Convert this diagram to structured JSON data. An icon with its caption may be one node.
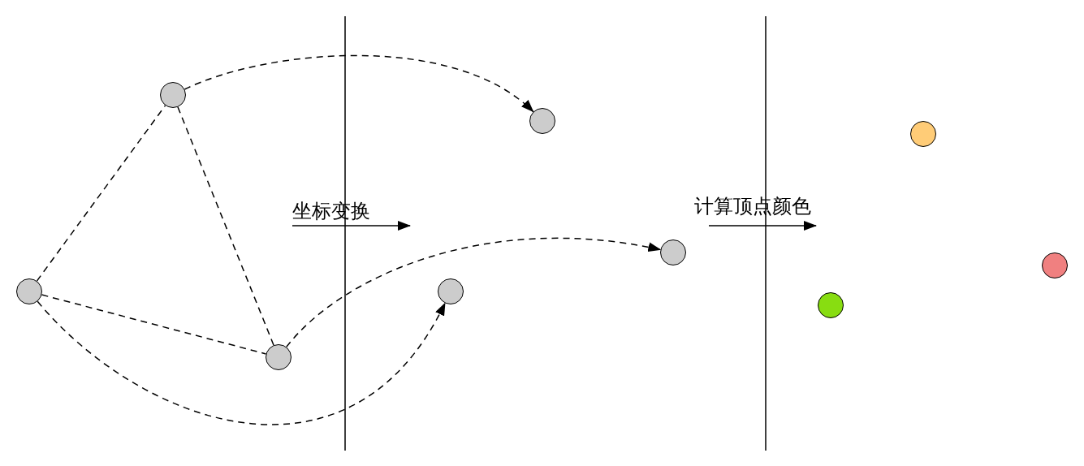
{
  "diagram": {
    "nodes": [
      {
        "text": [],
        "shape": "circle"
      },
      {
        "text": [],
        "shape": "circle"
      },
      {
        "text": [],
        "shape": "circle"
      },
      {
        "text": [],
        "shape": "circle"
      },
      {
        "text": [],
        "shape": "circle"
      },
      {
        "text": [],
        "shape": "circle"
      },
      {
        "text": [],
        "shape": "circle"
      },
      {
        "text": [],
        "shape": "circle"
      },
      {
        "text": [],
        "shape": "circle"
      }
    ],
    "edges": [
      {
        "from": 0,
        "to": 1,
        "arrow": "none",
        "style": "dashed"
      },
      {
        "from": 1,
        "to": 2,
        "arrow": "none",
        "style": "dashed"
      },
      {
        "from": 0,
        "to": 2,
        "arrow": "none",
        "style": "dashed"
      },
      {
        "from": 1,
        "to": 4,
        "arrow": "to",
        "style": "dashed"
      },
      {
        "from": 0,
        "to": 3,
        "arrow": "to",
        "style": "dashed"
      },
      {
        "from": 2,
        "to": 5,
        "arrow": "to",
        "style": "dashed"
      }
    ],
    "labels": [
      "坐标变换",
      "计算顶点颜色"
    ]
  }
}
